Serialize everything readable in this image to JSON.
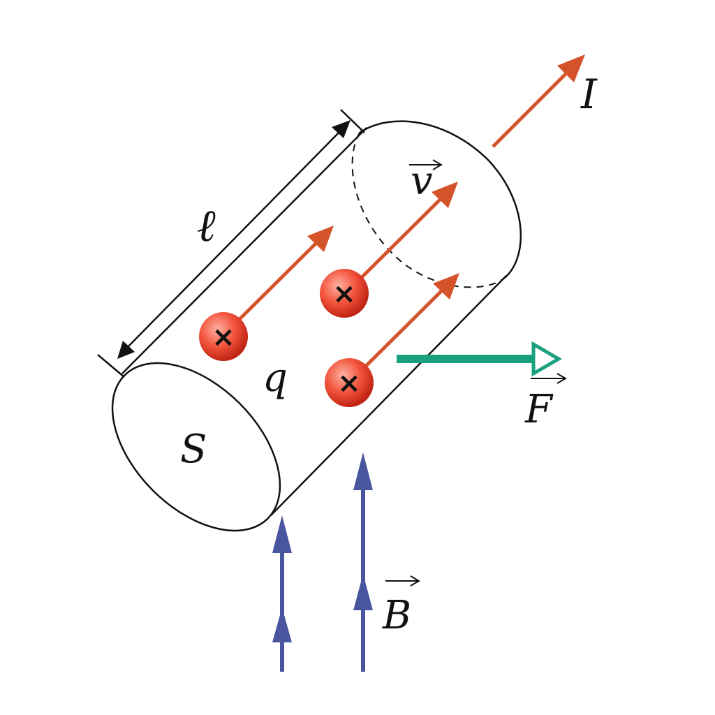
{
  "labels": {
    "length": "ℓ",
    "current": "I",
    "velocity": "v",
    "charge": "q",
    "area": "S",
    "force": "F",
    "field": "B"
  },
  "particle_symbol": "×",
  "colors": {
    "velocity_arrow": "#d4532a",
    "field_arrow": "#4a55a0",
    "force_arrow": "#19a07e",
    "particle_light": "#ffb2a2",
    "particle_mid": "#f2533c",
    "particle_dark": "#c02414",
    "outline": "#111111"
  }
}
